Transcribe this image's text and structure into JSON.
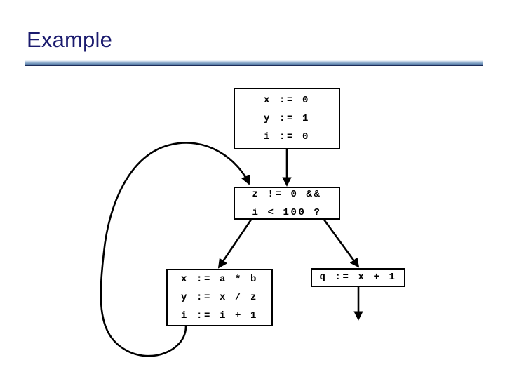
{
  "slide": {
    "title": "Example",
    "background_color": "#ffffff",
    "title_color": "#1a1a6e",
    "rule_color_top": "#c4d4e6",
    "rule_color_bottom": "#16224a"
  },
  "diagram": {
    "type": "control-flow-graph",
    "line_color": "#000000",
    "nodes": [
      {
        "id": "init",
        "name": "initialization-block",
        "lines": [
          "x := 0",
          "y := 1",
          "i := 0"
        ]
      },
      {
        "id": "cond",
        "name": "loop-condition-block",
        "lines": [
          "z != 0 &&",
          "i < 100 ?"
        ]
      },
      {
        "id": "body",
        "name": "loop-body-block",
        "lines": [
          "x := a * b",
          "y := x / z",
          "i := i + 1"
        ]
      },
      {
        "id": "exit",
        "name": "loop-exit-block",
        "lines": [
          "q := x + 1"
        ]
      }
    ],
    "edges": [
      {
        "from": "init",
        "to": "cond",
        "style": "straight-down"
      },
      {
        "from": "cond",
        "to": "body",
        "style": "diagonal-left"
      },
      {
        "from": "cond",
        "to": "exit",
        "style": "diagonal-right"
      },
      {
        "from": "body",
        "to": "cond",
        "style": "curved-back-edge"
      },
      {
        "from": "exit",
        "to": "",
        "style": "straight-down-open"
      }
    ]
  }
}
